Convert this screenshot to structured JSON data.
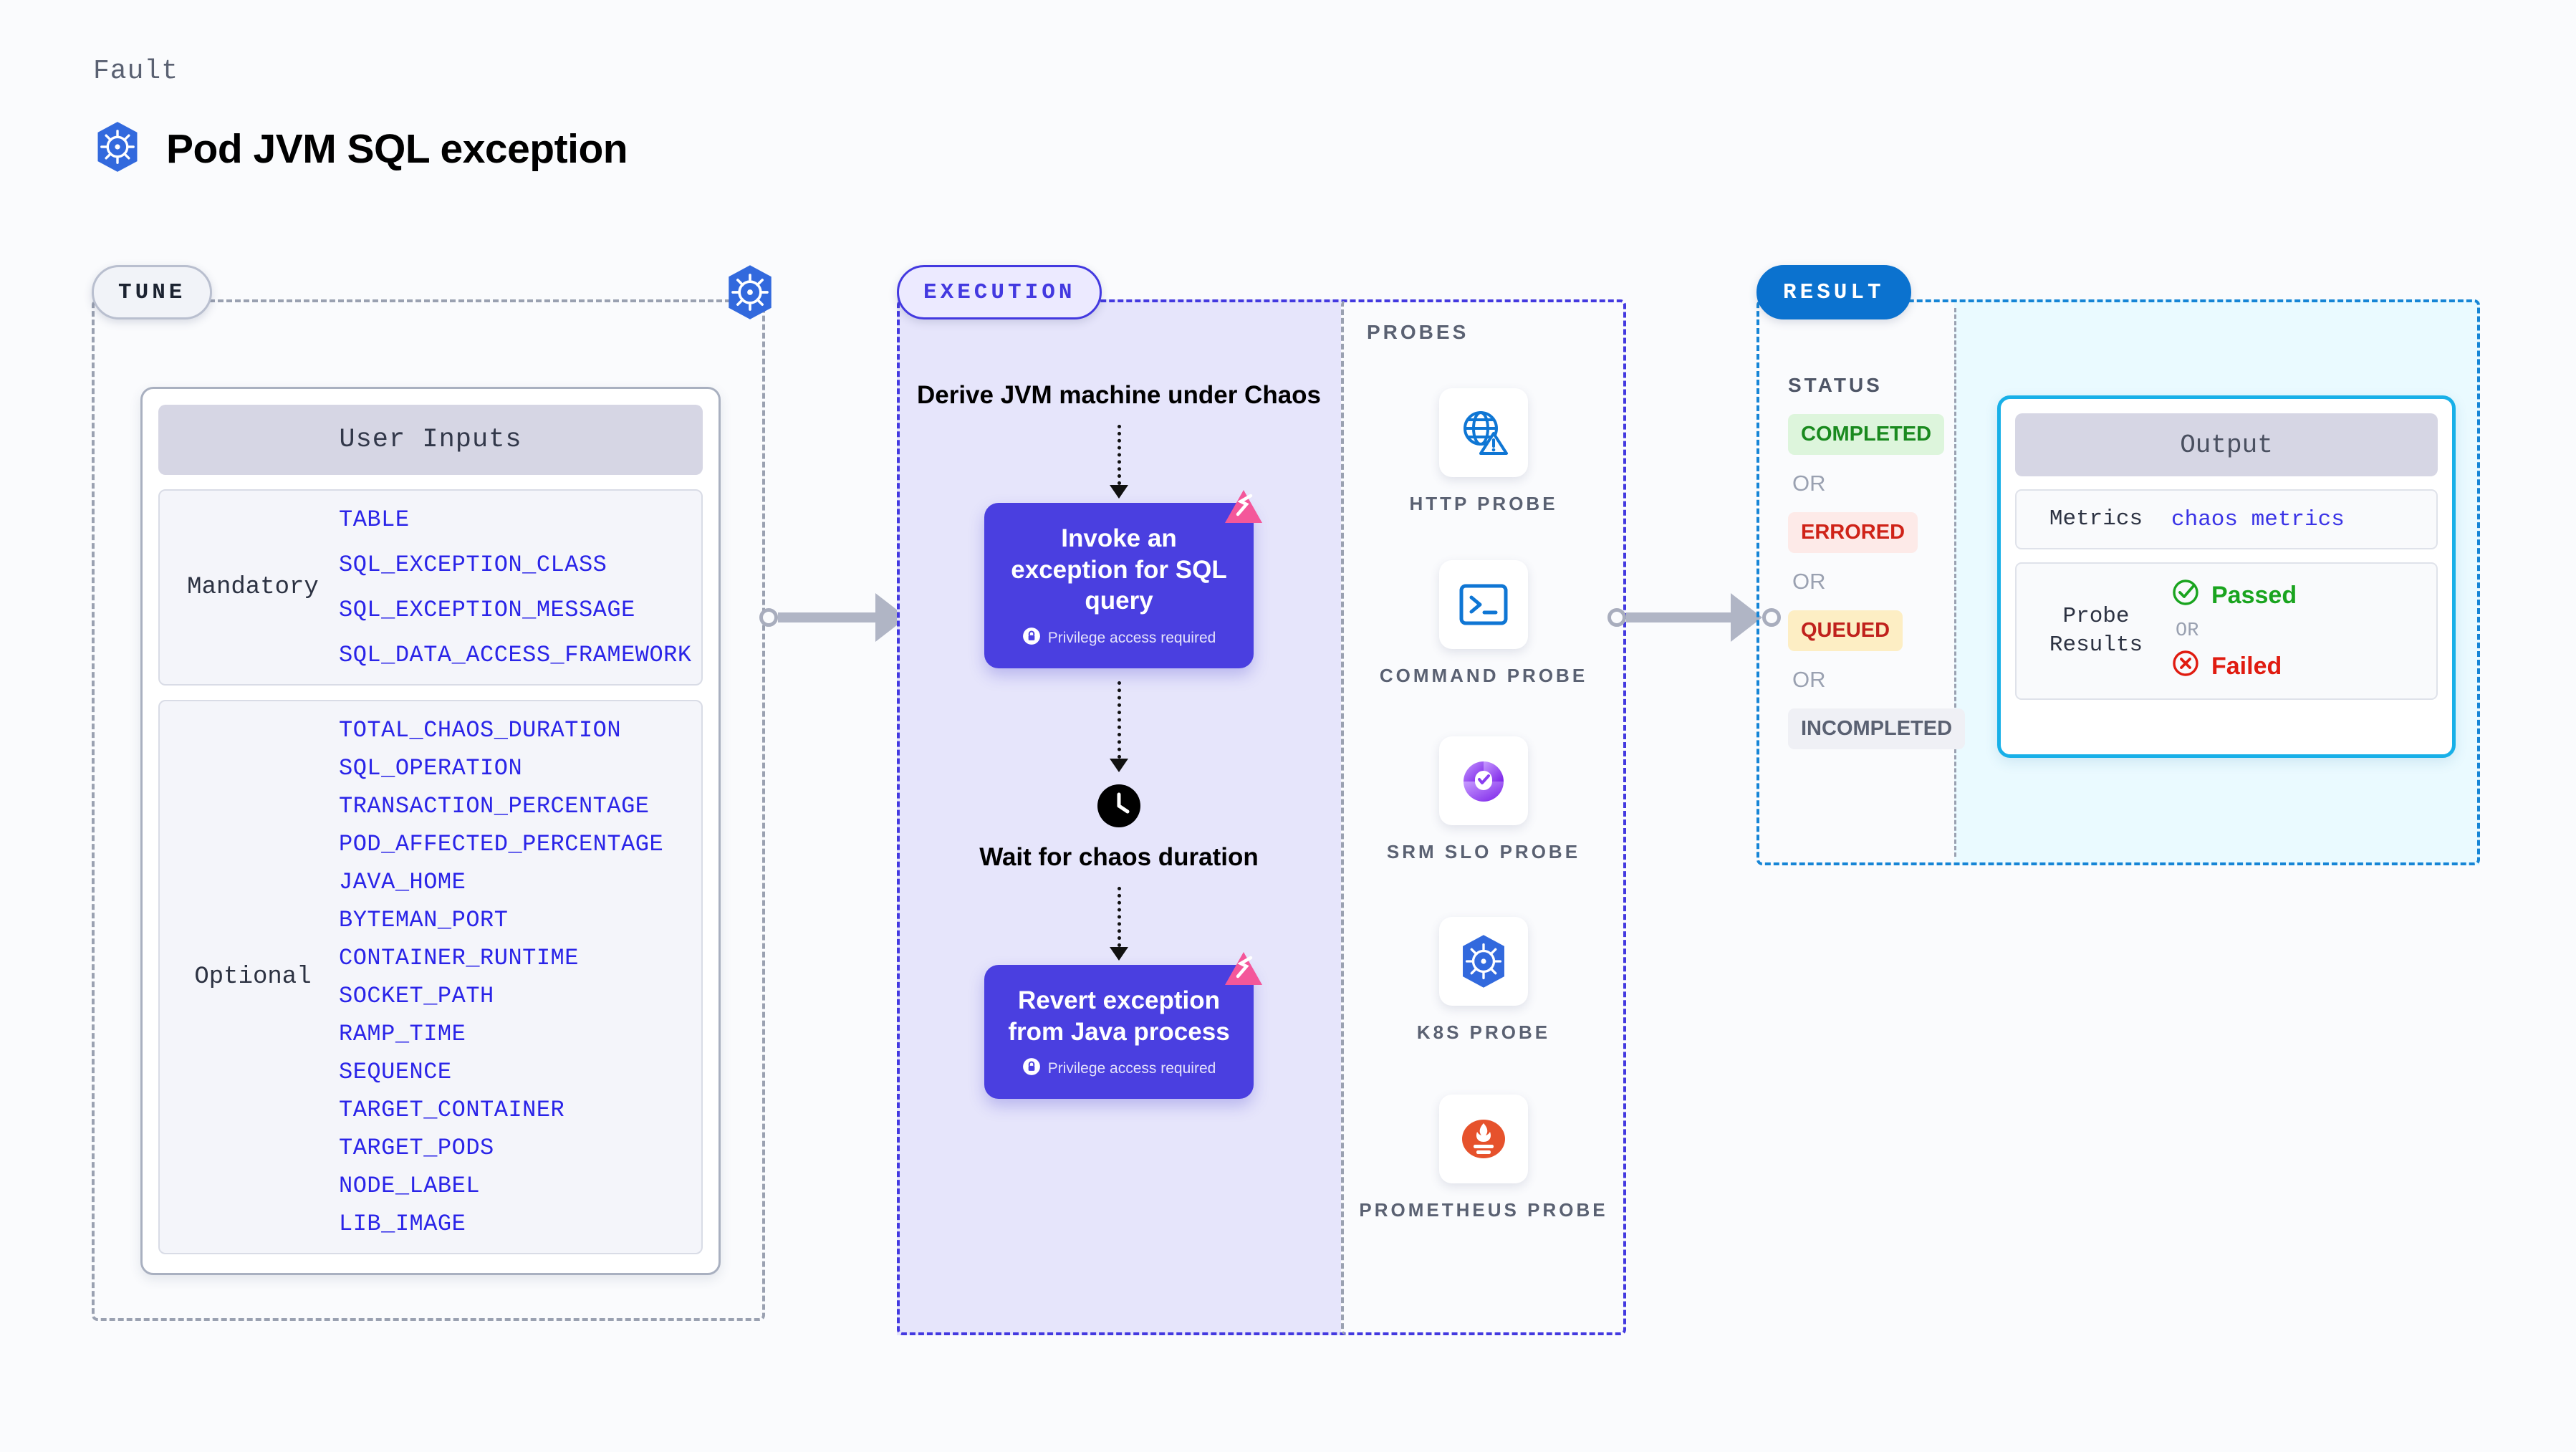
{
  "header": {
    "kicker": "Fault",
    "title": "Pod JVM SQL exception",
    "icon": "kubernetes-icon"
  },
  "tune": {
    "pill_label": "TUNE",
    "badge_icon": "kubernetes-icon",
    "card_title": "User Inputs",
    "groups": [
      {
        "label": "Mandatory",
        "params": [
          "TABLE",
          "SQL_EXCEPTION_CLASS",
          "SQL_EXCEPTION_MESSAGE",
          "SQL_DATA_ACCESS_FRAMEWORK"
        ]
      },
      {
        "label": "Optional",
        "params": [
          "TOTAL_CHAOS_DURATION",
          "SQL_OPERATION",
          "TRANSACTION_PERCENTAGE",
          "POD_AFFECTED_PERCENTAGE",
          "JAVA_HOME",
          "BYTEMAN_PORT",
          "CONTAINER_RUNTIME",
          "SOCKET_PATH",
          "RAMP_TIME",
          "SEQUENCE",
          "TARGET_CONTAINER",
          "TARGET_PODS",
          "NODE_LABEL",
          "LIB_IMAGE"
        ]
      }
    ]
  },
  "execution": {
    "pill_label": "EXECUTION",
    "step1_text": "Derive JVM machine under Chaos",
    "step2_title": "Invoke an exception for SQL query",
    "step2_note": "Privilege access required",
    "step3_text": "Wait for chaos duration",
    "step4_title": "Revert exception from Java process",
    "step4_note": "Privilege access required"
  },
  "probes": {
    "title": "PROBES",
    "items": [
      {
        "label": "HTTP PROBE",
        "icon": "globe-warning-icon"
      },
      {
        "label": "COMMAND PROBE",
        "icon": "terminal-icon"
      },
      {
        "label": "SRM SLO PROBE",
        "icon": "slo-gauge-icon"
      },
      {
        "label": "K8S PROBE",
        "icon": "kubernetes-icon"
      },
      {
        "label": "PROMETHEUS PROBE",
        "icon": "prometheus-icon"
      }
    ]
  },
  "result": {
    "pill_label": "RESULT",
    "status_title": "STATUS",
    "or_label": "OR",
    "statuses": [
      {
        "label": "COMPLETED",
        "color": "#1a8a1f",
        "bg": "#ddf5dc"
      },
      {
        "label": "ERRORED",
        "color": "#cf2318",
        "bg": "#fdeae8"
      },
      {
        "label": "QUEUED",
        "color": "#c0211c",
        "bg": "#fdeec4"
      },
      {
        "label": "INCOMPLETED",
        "color": "#5a6172",
        "bg": "#eff0f5"
      }
    ],
    "output": {
      "title": "Output",
      "metrics_key": "Metrics",
      "metrics_value": "chaos metrics",
      "probe_key": "Probe Results",
      "passed_label": "Passed",
      "failed_label": "Failed",
      "or_label": "OR"
    }
  },
  "colors": {
    "accent_purple": "#4a3fe0",
    "accent_blue": "#0b72cf",
    "accent_cyan": "#18b0e8",
    "param_blue": "#2a24e8",
    "pink_mark": "#f4579a"
  }
}
